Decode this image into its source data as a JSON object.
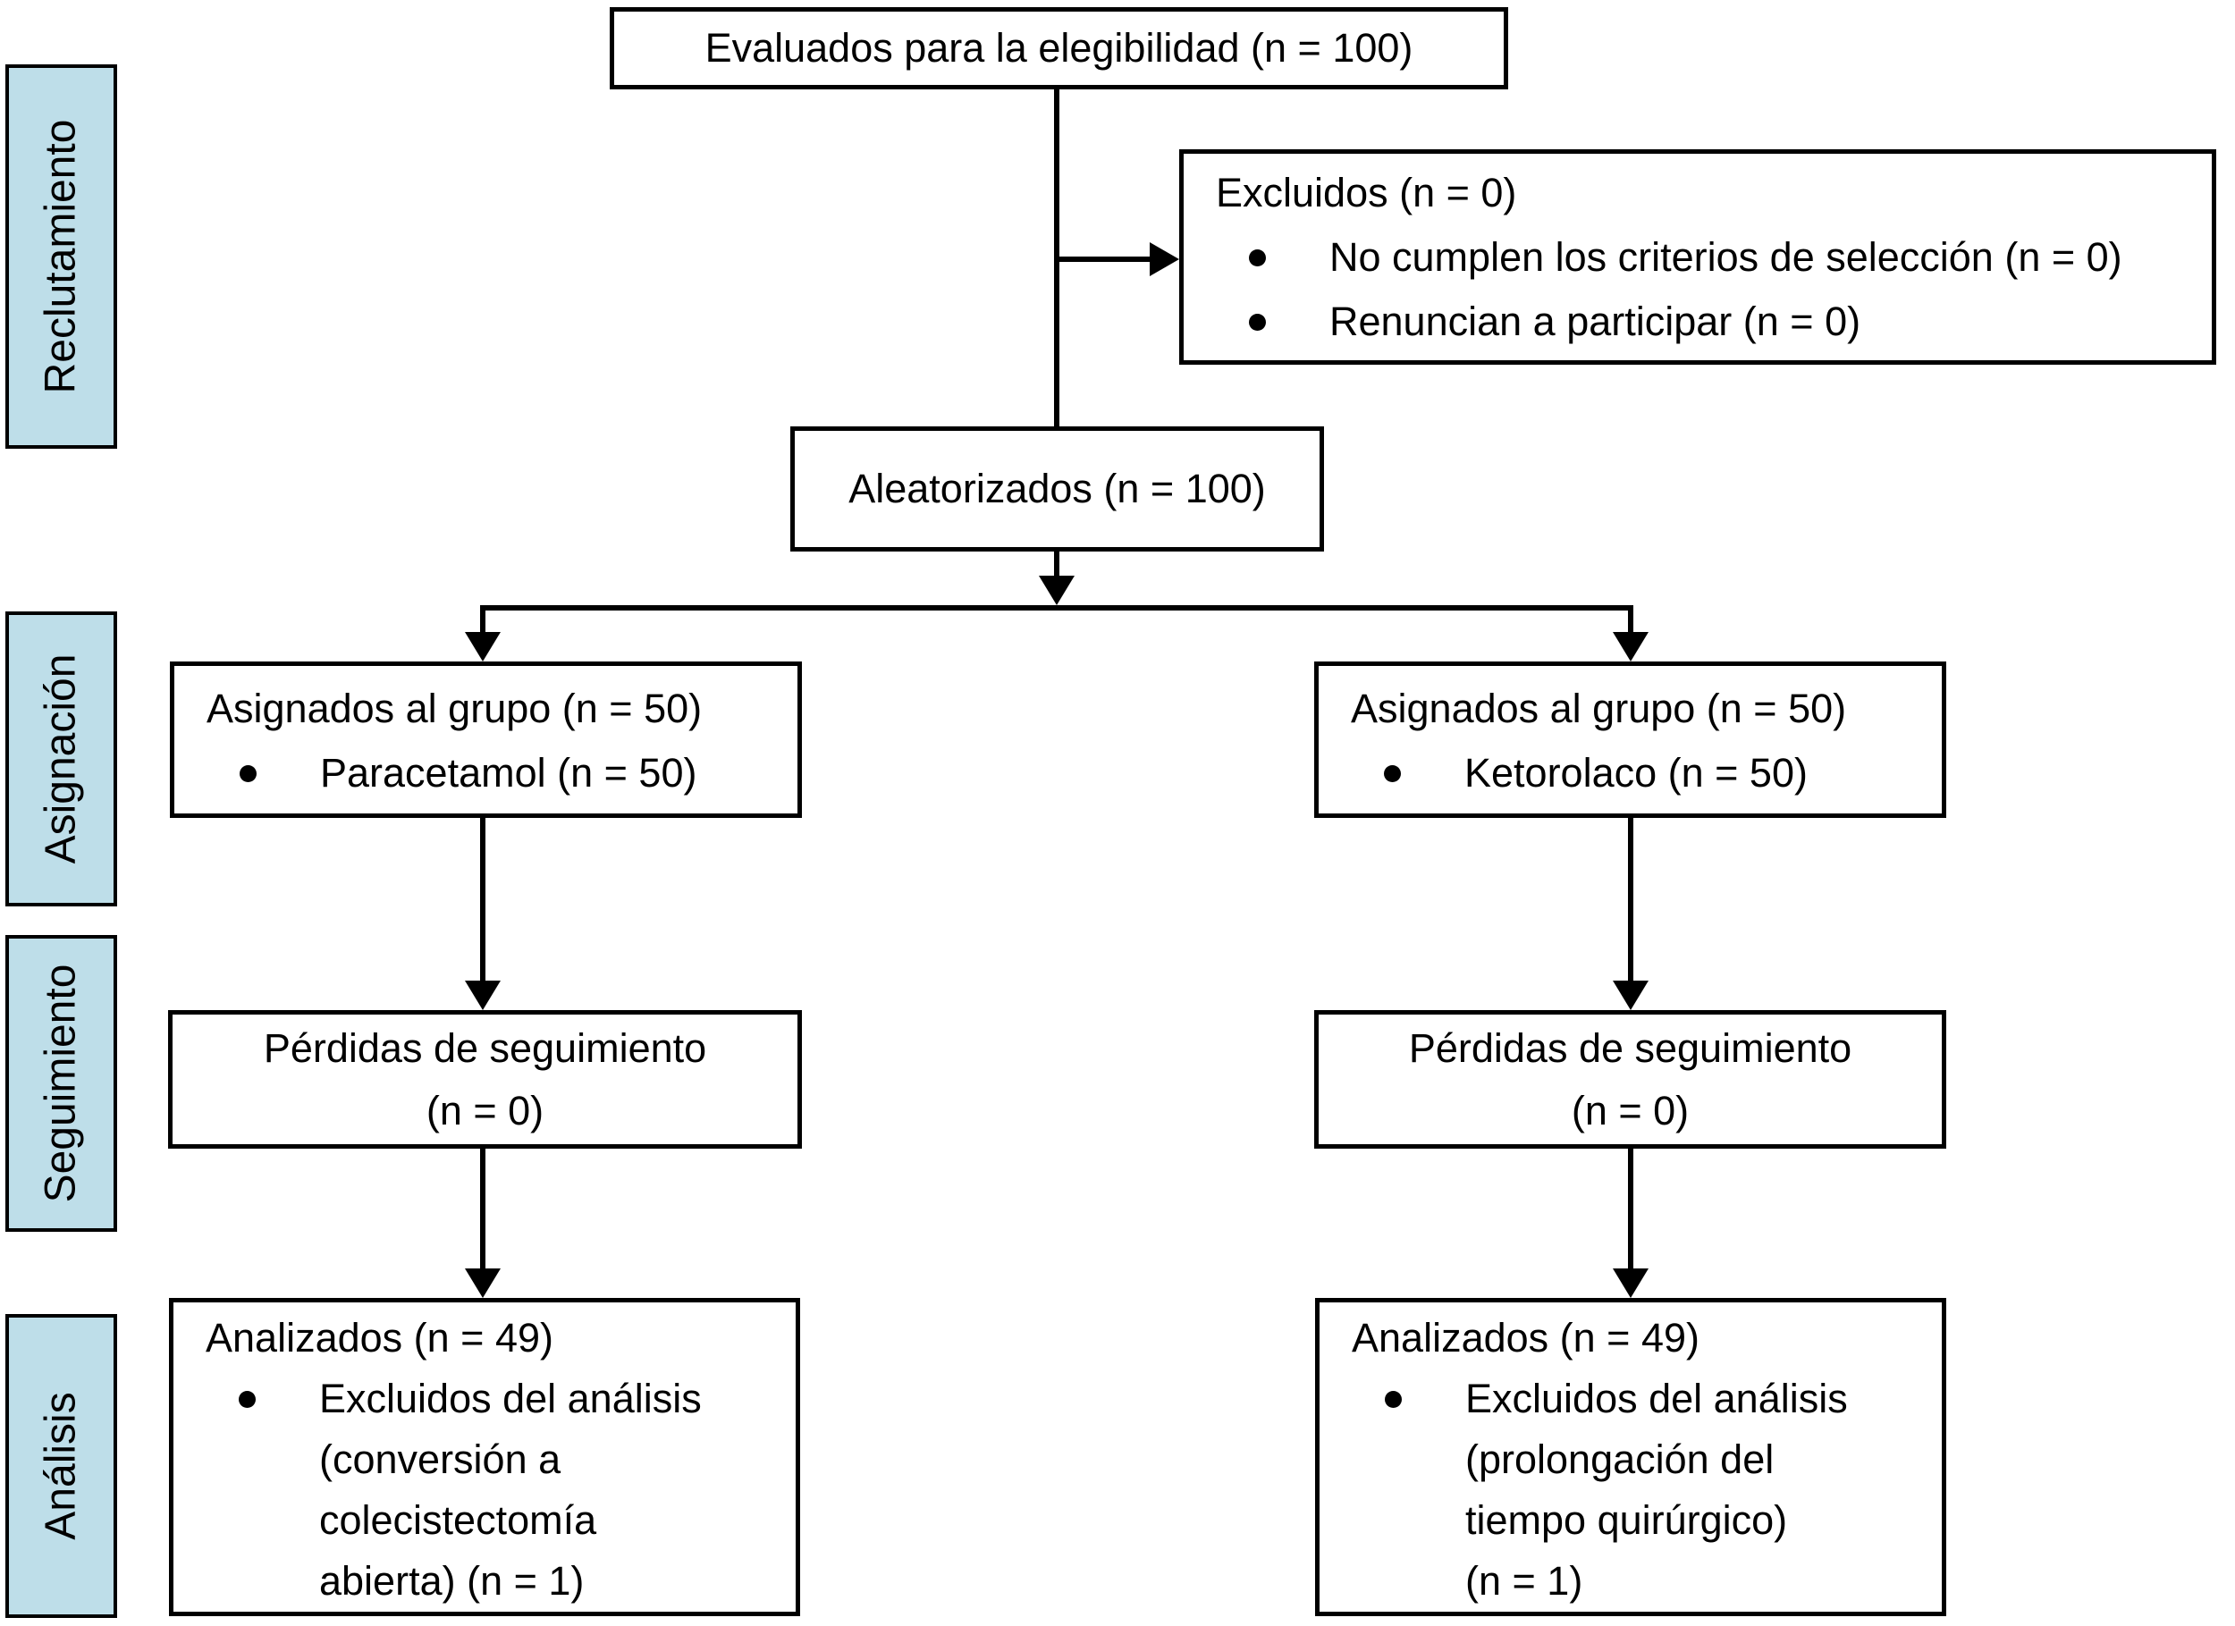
{
  "diagram": {
    "type": "consort-flowchart",
    "background_color": "#ffffff",
    "line_color": "#000000",
    "stage_fill_color": "#bedee9",
    "stages": [
      {
        "label": "Reclutamiento"
      },
      {
        "label": "Asignación"
      },
      {
        "label": "Seguimiento"
      },
      {
        "label": "Análisis"
      }
    ],
    "boxes": {
      "eligibility": {
        "title": "Evaluados para la elegibilidad (n = 100)"
      },
      "excluded": {
        "title": "Excluidos (n = 0)",
        "items": [
          "No cumplen los criterios de selección (n = 0)",
          "Renuncian a participar (n = 0)"
        ]
      },
      "randomized": {
        "title": "Aleatorizados (n = 100)"
      },
      "alloc_left": {
        "title": "Asignados al grupo (n = 50)",
        "items": [
          "Paracetamol (n = 50)"
        ]
      },
      "alloc_right": {
        "title": "Asignados al grupo (n = 50)",
        "items": [
          "Ketorolaco (n = 50)"
        ]
      },
      "followup_left": {
        "text": "Pérdidas de seguimiento\n(n = 0)"
      },
      "followup_right": {
        "text": "Pérdidas de seguimiento\n(n = 0)"
      },
      "analysis_left": {
        "title": "Analizados (n = 49)",
        "items": [
          "Excluidos del análisis\n(conversión a\ncolecistectomía\nabierta) (n = 1)"
        ]
      },
      "analysis_right": {
        "title": "Analizados (n = 49)",
        "items": [
          "Excluidos del análisis\n(prolongación del\ntiempo quirúrgico)\n(n = 1)"
        ]
      }
    }
  }
}
